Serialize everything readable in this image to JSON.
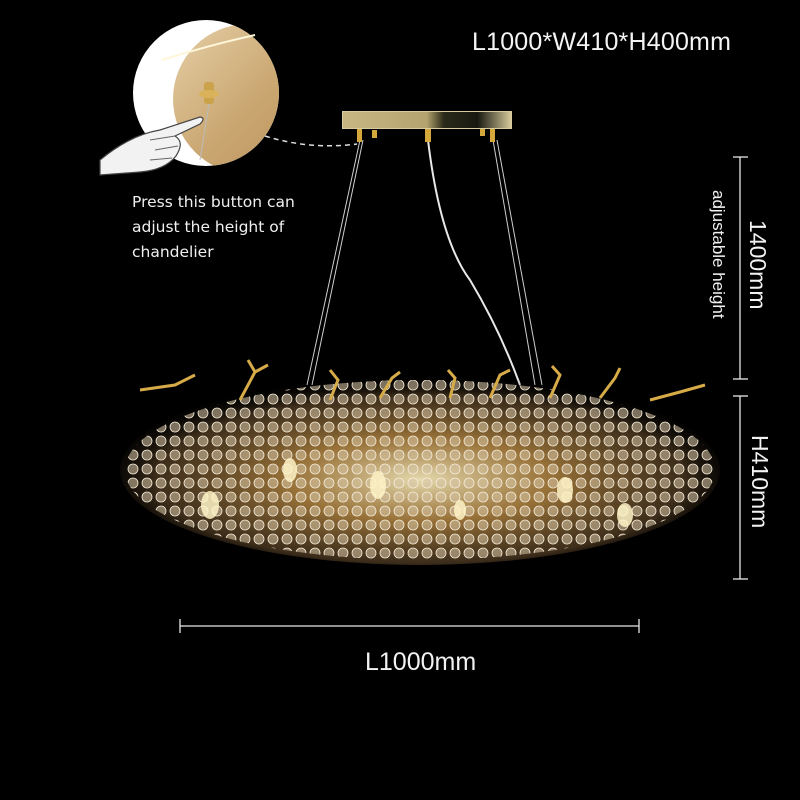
{
  "header": {
    "dimensions": "L1000*W410*H400mm"
  },
  "callout": {
    "lines": [
      "Press this button can",
      "adjust the height of",
      "chandelier"
    ]
  },
  "dimensions": {
    "adjustable_height_value": "1400mm",
    "adjustable_height_label": "adjustable height",
    "height": "H410mm",
    "length": "L1000mm"
  },
  "colors": {
    "background": "#000000",
    "text": "#ffffff",
    "gold": "#c9a24a",
    "crystal_amber": "#b07b3a"
  }
}
